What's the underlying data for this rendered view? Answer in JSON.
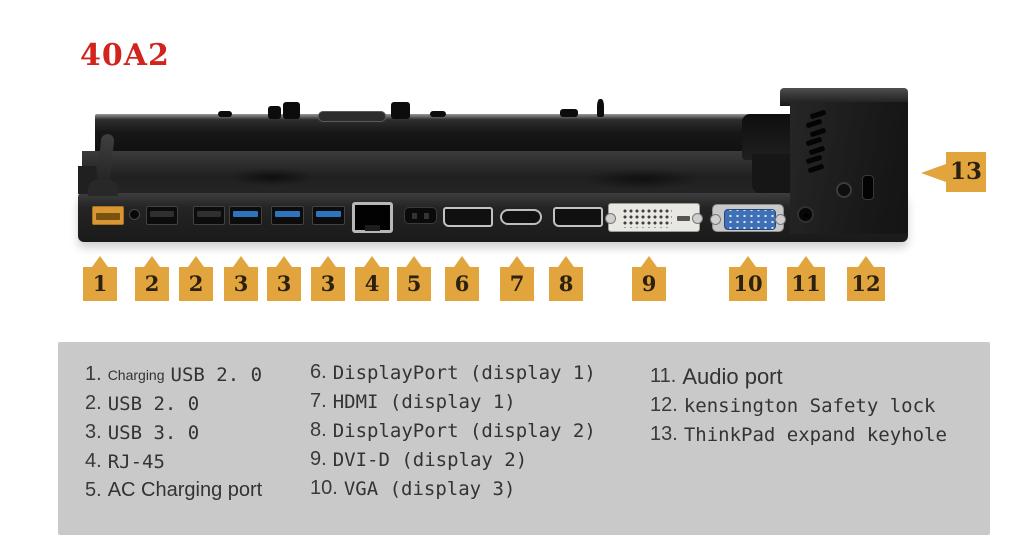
{
  "title": "40A2",
  "colors": {
    "title_red": "#d2241c",
    "marker_gold": "#e2a43c",
    "legend_bg": "#c9c9c9",
    "usb3_blue": "#2e74bf",
    "vga_blue": "#3f6fb5",
    "charging_usb_orange": "#d89733",
    "dvi_white": "#e9e7e1"
  },
  "markers": {
    "items": [
      {
        "label": "1"
      },
      {
        "label": "2"
      },
      {
        "label": "2"
      },
      {
        "label": "3"
      },
      {
        "label": "3"
      },
      {
        "label": "3"
      },
      {
        "label": "4"
      },
      {
        "label": "5"
      },
      {
        "label": "6"
      },
      {
        "label": "7"
      },
      {
        "label": "8"
      },
      {
        "label": "9"
      },
      {
        "label": "10"
      },
      {
        "label": "11"
      },
      {
        "label": "12"
      }
    ],
    "side": {
      "label": "13"
    }
  },
  "legend": {
    "col1": [
      {
        "num": "1.",
        "small": "Charging",
        "name": "USB 2. 0"
      },
      {
        "num": "2.",
        "name": "USB 2. 0"
      },
      {
        "num": "3.",
        "name": "USB 3. 0"
      },
      {
        "num": "4.",
        "name": "RJ-45"
      },
      {
        "num": "5.",
        "name": "AC Charging port"
      }
    ],
    "col2": [
      {
        "num": "6.",
        "name": "DisplayPort (display 1)"
      },
      {
        "num": "7.",
        "name": "HDMI (display 1)"
      },
      {
        "num": "8.",
        "name": "DisplayPort (display 2)"
      },
      {
        "num": "9.",
        "name": "DVI-D (display 2)"
      },
      {
        "num": "10.",
        "name": "VGA (display 3)"
      }
    ],
    "col3": [
      {
        "num": "11.",
        "name": "Audio port"
      },
      {
        "num": "12.",
        "name": "kensington Safety lock"
      },
      {
        "num": "13.",
        "name": "ThinkPad expand keyhole"
      }
    ]
  }
}
